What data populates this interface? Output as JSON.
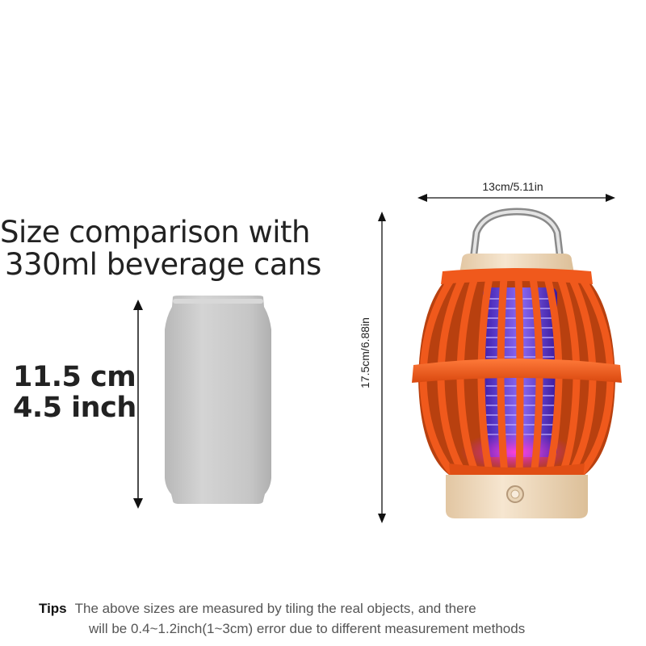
{
  "headline": {
    "line1": "Size comparison with",
    "line2": "330ml beverage cans"
  },
  "can": {
    "height_cm": "11.5 cm",
    "height_inch": "4.5 inch"
  },
  "product": {
    "width_label": "13cm/5.11in",
    "height_label": "17.5cm/6.88in"
  },
  "tips": {
    "label": "Tips",
    "line1": "The above sizes are measured by tiling the real objects, and there",
    "line2": "will be 0.4~1.2inch(1~3cm) error due to different measurement methods"
  },
  "colors": {
    "cage": "#f0591c",
    "base": "#f1ddc3",
    "uv": "#6b3fe0",
    "can": "#c9c9c9"
  }
}
